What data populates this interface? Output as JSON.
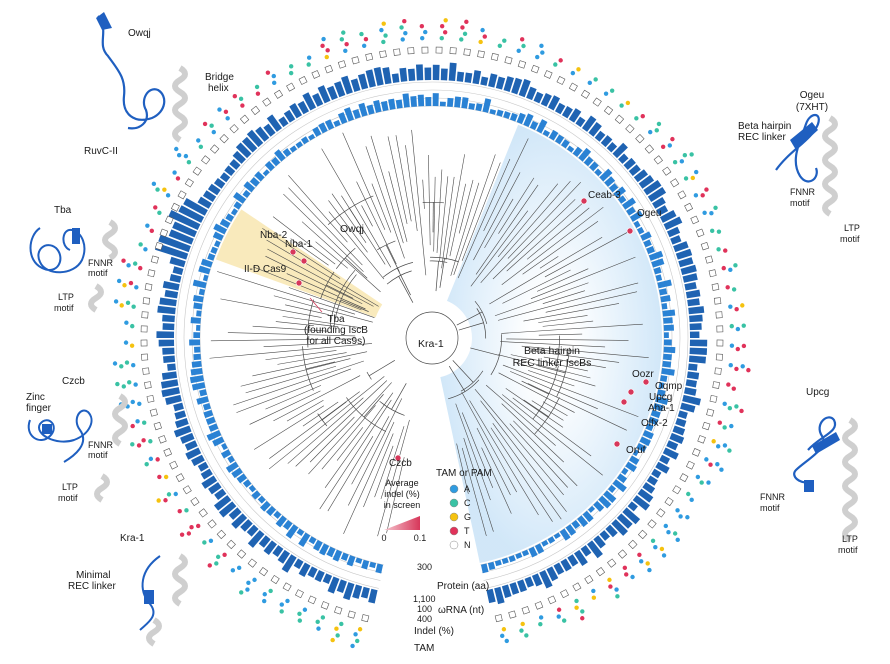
{
  "colors": {
    "bar": "#2a82d4",
    "bar_dark": "#1f63b2",
    "beta_shade": "#dceefb",
    "cas9_shade": "#f8e6b0",
    "highlight_dot": "#d7375a",
    "protein": "#1f5fc0",
    "helix": "#dedede",
    "tree": "#4a4a4a",
    "ring_line": "#c8c8c8"
  },
  "tam_colors": {
    "A": "#2f9be0",
    "C": "#39c2a4",
    "G": "#f5c20f",
    "T": "#e0325a",
    "N": "#ffffff"
  },
  "clade_labels": {
    "owqj": "Owqj",
    "nba2": "Nba-2",
    "nba1": "Nba-1",
    "iid_cas9": "II-D Cas9",
    "tba_line1": "Tba",
    "tba_line2": "(founding IscB",
    "tba_line3": "for all Cas9s)",
    "kra1": "Kra-1",
    "czcb": "Czcb",
    "beta_line1": "Beta hairpin",
    "beta_line2": "REC linker IscBs",
    "ceab3": "Ceab-3",
    "ogeu": "Ogeu",
    "oozr": "Oozr",
    "oqmp": "Oqmp",
    "upcg": "Upcg",
    "aha1": "Aha-1",
    "olfx2": "Olfx-2",
    "oruf": "Oruf"
  },
  "legend": {
    "tam_title_line1": "TAM or PAM",
    "tam_items": [
      {
        "code": "A",
        "label": "A"
      },
      {
        "code": "C",
        "label": "C"
      },
      {
        "code": "G",
        "label": "G"
      },
      {
        "code": "T",
        "label": "T"
      },
      {
        "code": "N",
        "label": "N"
      }
    ],
    "indel_title_line1": "Average",
    "indel_title_line2": "indel (%)",
    "indel_title_line3": "in screen",
    "indel_min": "0",
    "indel_max": "0.1"
  },
  "ring_labels": {
    "protein_max": "300",
    "protein_label": "Protein (aa)",
    "wrna_max": "1,100",
    "wrna_mid": "100",
    "wrna_min": "400",
    "wrna_label": "ωRNA (nt)",
    "indel_label": "Indel (%)",
    "tam_label": "TAM"
  },
  "structures": {
    "owqj_name": "Owqj",
    "owqj_bridge_line1": "Bridge",
    "owqj_bridge_line2": "helix",
    "owqj_ruvc": "RuvC-II",
    "tba_name": "Tba",
    "tba_fnnr_line1": "FNNR",
    "tba_fnnr_line2": "motif",
    "tba_ltp_line1": "LTP",
    "tba_ltp_line2": "motif",
    "czcb_name": "Czcb",
    "czcb_zinc_line1": "Zinc",
    "czcb_zinc_line2": "finger",
    "czcb_fnnr_line1": "FNNR",
    "czcb_fnnr_line2": "motif",
    "czcb_ltp_line1": "LTP",
    "czcb_ltp_line2": "motif",
    "kra_name": "Kra-1",
    "kra_min_line1": "Minimal",
    "kra_min_line2": "REC linker",
    "ogeu_name_line1": "Ogeu",
    "ogeu_name_line2": "(7XHT)",
    "ogeu_beta_line1": "Beta hairpin",
    "ogeu_beta_line2": "REC linker",
    "ogeu_fnnr_line1": "FNNR",
    "ogeu_fnnr_line2": "motif",
    "ogeu_ltp_line1": "LTP",
    "ogeu_ltp_line2": "motif",
    "upcg_name": "Upcg",
    "upcg_fnnr_line1": "FNNR",
    "upcg_fnnr_line2": "motif",
    "upcg_ltp_line1": "LTP",
    "upcg_ltp_line2": "motif"
  }
}
